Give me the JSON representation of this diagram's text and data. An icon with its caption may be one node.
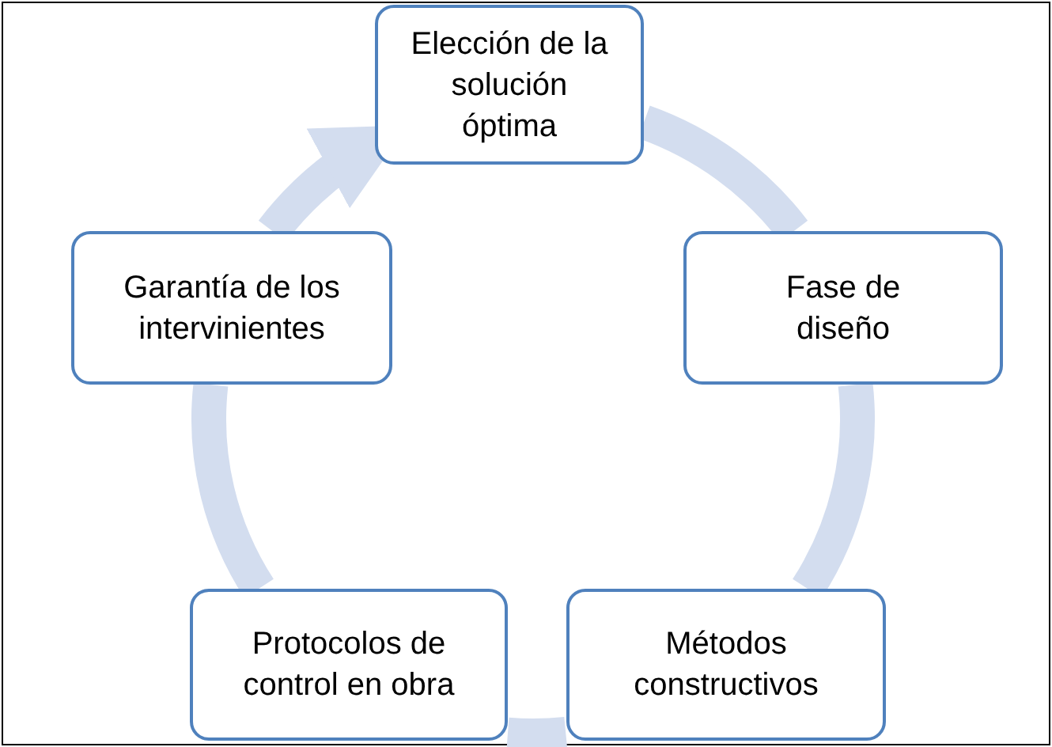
{
  "diagram": {
    "nodes": [
      {
        "text": [
          "Elección de la solución óptima"
        ]
      },
      {
        "text": [
          "Fase de diseño"
        ]
      },
      {
        "text": [
          "Métodos constructivos"
        ]
      },
      {
        "text": [
          "Protocolos de control en obra"
        ]
      },
      {
        "text": [
          "Garantía de los intervinientes"
        ]
      }
    ],
    "edges": [
      {
        "from": 0,
        "to": 1,
        "arrow": "none"
      },
      {
        "from": 1,
        "to": 2,
        "arrow": "none"
      },
      {
        "from": 2,
        "to": 3,
        "arrow": "none"
      },
      {
        "from": 3,
        "to": 4,
        "arrow": "none"
      },
      {
        "from": 4,
        "to": 0,
        "arrow": "to"
      }
    ]
  }
}
